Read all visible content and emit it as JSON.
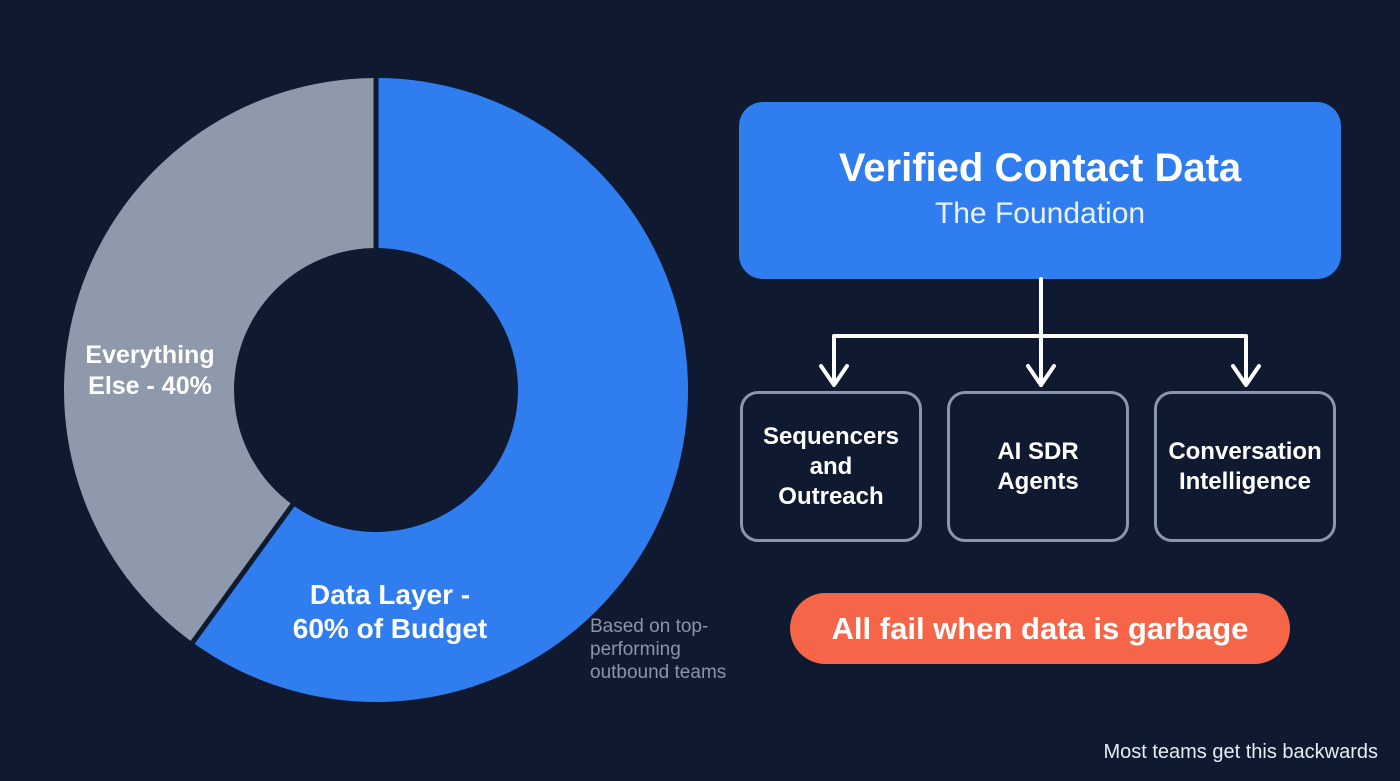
{
  "chart_data": {
    "type": "pie",
    "variant": "donut",
    "title": "",
    "categories": [
      "Data Layer",
      "Everything Else"
    ],
    "values": [
      60,
      40
    ],
    "unit": "% of budget",
    "labels": [
      "Data Layer - 60% of Budget",
      "Everything Else - 40%"
    ],
    "colors": [
      "#2f7def",
      "#8e9aab"
    ],
    "start_angle_deg": 0,
    "direction": "clockwise",
    "annotation": "Based on top-performing outbound teams",
    "legend": "none"
  },
  "donut": {
    "label_else_line1": "Everything",
    "label_else_line2": "Else - 40%",
    "label_data_line1": "Data Layer -",
    "label_data_line2": "60% of Budget",
    "note": "Based on top-performing outbound teams"
  },
  "diagram": {
    "root": {
      "title": "Verified Contact Data",
      "subtitle": "The Foundation",
      "color": "#2f7def"
    },
    "children": [
      {
        "label": "Sequencers\nand\nOutreach"
      },
      {
        "label": "AI SDR\nAgents"
      },
      {
        "label": "Conversation\nIntelligence"
      }
    ],
    "warning": {
      "label": "All fail when data is garbage",
      "color": "#f76548"
    }
  },
  "footer": {
    "caption": "Most teams get this backwards"
  },
  "colors": {
    "background": "#0f1a30",
    "accent_blue": "#2f7def",
    "neutral_gray": "#8e9aab",
    "alert": "#f76548"
  }
}
